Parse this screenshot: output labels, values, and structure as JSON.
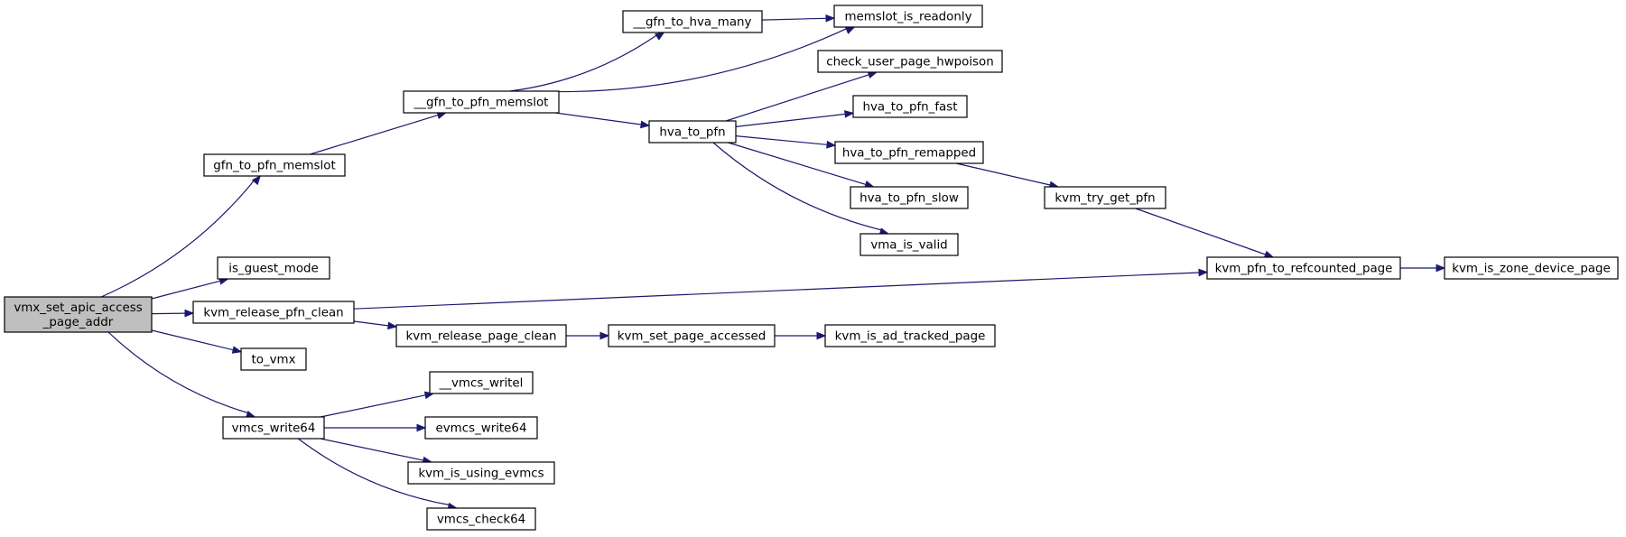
{
  "graph": {
    "nodes": [
      {
        "id": "root",
        "lines": [
          "vmx_set_apic_access",
          "_page_addr"
        ],
        "root": true
      },
      {
        "id": "gfn_to_pfn_memslot",
        "lines": [
          "gfn_to_pfn_memslot"
        ]
      },
      {
        "id": "is_guest_mode",
        "lines": [
          "is_guest_mode"
        ]
      },
      {
        "id": "kvm_release_pfn_clean",
        "lines": [
          "kvm_release_pfn_clean"
        ]
      },
      {
        "id": "to_vmx",
        "lines": [
          "to_vmx"
        ]
      },
      {
        "id": "vmcs_write64",
        "lines": [
          "vmcs_write64"
        ]
      },
      {
        "id": "__gfn_to_pfn_memslot",
        "lines": [
          "__gfn_to_pfn_memslot"
        ]
      },
      {
        "id": "kvm_pfn_to_refcounted_page",
        "lines": [
          "kvm_pfn_to_refcounted_page"
        ]
      },
      {
        "id": "kvm_release_page_clean",
        "lines": [
          "kvm_release_page_clean"
        ]
      },
      {
        "id": "__vmcs_writel",
        "lines": [
          "__vmcs_writel"
        ]
      },
      {
        "id": "evmcs_write64",
        "lines": [
          "evmcs_write64"
        ]
      },
      {
        "id": "kvm_is_using_evmcs",
        "lines": [
          "kvm_is_using_evmcs"
        ]
      },
      {
        "id": "vmcs_check64",
        "lines": [
          "vmcs_check64"
        ]
      },
      {
        "id": "__gfn_to_hva_many",
        "lines": [
          "__gfn_to_hva_many"
        ]
      },
      {
        "id": "hva_to_pfn",
        "lines": [
          "hva_to_pfn"
        ]
      },
      {
        "id": "memslot_is_readonly",
        "lines": [
          "memslot_is_readonly"
        ]
      },
      {
        "id": "check_user_page_hwpoison",
        "lines": [
          "check_user_page_hwpoison"
        ]
      },
      {
        "id": "hva_to_pfn_fast",
        "lines": [
          "hva_to_pfn_fast"
        ]
      },
      {
        "id": "hva_to_pfn_remapped",
        "lines": [
          "hva_to_pfn_remapped"
        ]
      },
      {
        "id": "hva_to_pfn_slow",
        "lines": [
          "hva_to_pfn_slow"
        ]
      },
      {
        "id": "vma_is_valid",
        "lines": [
          "vma_is_valid"
        ]
      },
      {
        "id": "kvm_try_get_pfn",
        "lines": [
          "kvm_try_get_pfn"
        ]
      },
      {
        "id": "kvm_is_zone_device_page",
        "lines": [
          "kvm_is_zone_device_page"
        ]
      },
      {
        "id": "kvm_set_page_accessed",
        "lines": [
          "kvm_set_page_accessed"
        ]
      },
      {
        "id": "kvm_is_ad_tracked_page",
        "lines": [
          "kvm_is_ad_tracked_page"
        ]
      }
    ],
    "edges": [
      {
        "from": "root",
        "to": "gfn_to_pfn_memslot"
      },
      {
        "from": "root",
        "to": "is_guest_mode"
      },
      {
        "from": "root",
        "to": "kvm_release_pfn_clean"
      },
      {
        "from": "root",
        "to": "to_vmx"
      },
      {
        "from": "root",
        "to": "vmcs_write64"
      },
      {
        "from": "gfn_to_pfn_memslot",
        "to": "__gfn_to_pfn_memslot"
      },
      {
        "from": "__gfn_to_pfn_memslot",
        "to": "__gfn_to_hva_many"
      },
      {
        "from": "__gfn_to_pfn_memslot",
        "to": "memslot_is_readonly"
      },
      {
        "from": "__gfn_to_pfn_memslot",
        "to": "hva_to_pfn"
      },
      {
        "from": "__gfn_to_hva_many",
        "to": "memslot_is_readonly"
      },
      {
        "from": "hva_to_pfn",
        "to": "check_user_page_hwpoison"
      },
      {
        "from": "hva_to_pfn",
        "to": "hva_to_pfn_fast"
      },
      {
        "from": "hva_to_pfn",
        "to": "hva_to_pfn_remapped"
      },
      {
        "from": "hva_to_pfn",
        "to": "hva_to_pfn_slow"
      },
      {
        "from": "hva_to_pfn",
        "to": "vma_is_valid"
      },
      {
        "from": "hva_to_pfn_remapped",
        "to": "kvm_try_get_pfn"
      },
      {
        "from": "kvm_try_get_pfn",
        "to": "kvm_pfn_to_refcounted_page"
      },
      {
        "from": "kvm_pfn_to_refcounted_page",
        "to": "kvm_is_zone_device_page"
      },
      {
        "from": "kvm_release_pfn_clean",
        "to": "kvm_pfn_to_refcounted_page"
      },
      {
        "from": "kvm_release_pfn_clean",
        "to": "kvm_release_page_clean"
      },
      {
        "from": "kvm_release_page_clean",
        "to": "kvm_set_page_accessed"
      },
      {
        "from": "kvm_set_page_accessed",
        "to": "kvm_is_ad_tracked_page"
      },
      {
        "from": "vmcs_write64",
        "to": "__vmcs_writel"
      },
      {
        "from": "vmcs_write64",
        "to": "evmcs_write64"
      },
      {
        "from": "vmcs_write64",
        "to": "kvm_is_using_evmcs"
      },
      {
        "from": "vmcs_write64",
        "to": "vmcs_check64"
      }
    ]
  }
}
